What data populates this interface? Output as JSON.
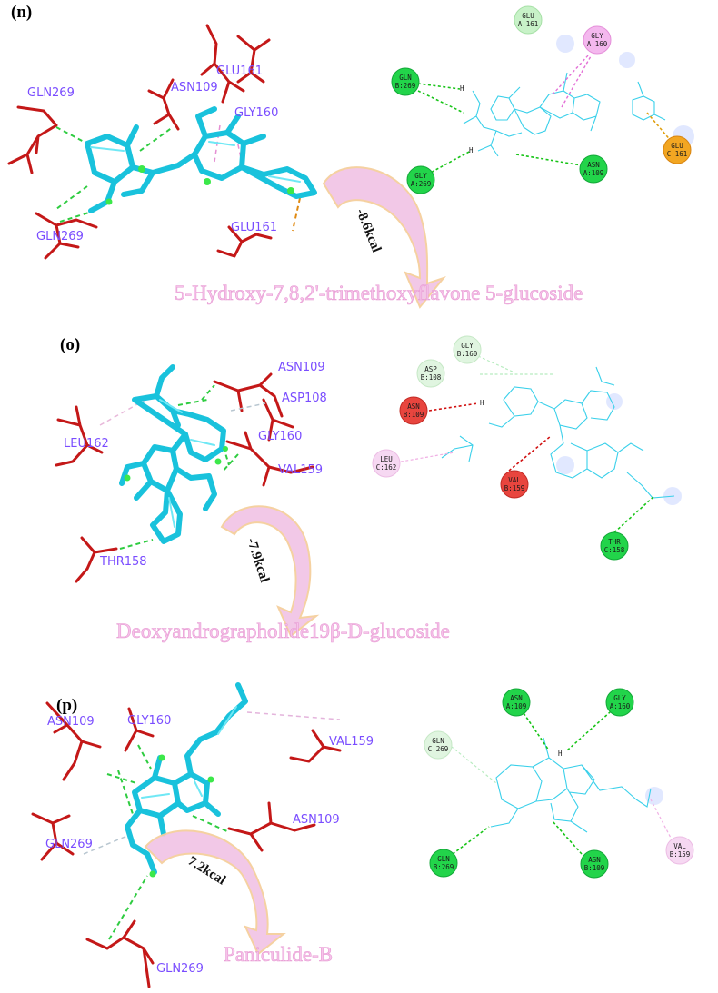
{
  "panels": [
    {
      "label": "(n)",
      "compound_name": "5-Hydroxy-7,8,2'-trimethoxyflavone 5-glucoside",
      "binding_energy": "-8.6kcal",
      "residues_3d": [
        "GLN269",
        "ASN109",
        "GLU161",
        "GLY160",
        "GLN269",
        "GLU161"
      ],
      "residues_2d": [
        {
          "name": "GLU",
          "chain": "A:161"
        },
        {
          "name": "GLY",
          "chain": "A:160"
        },
        {
          "name": "GLN",
          "chain": "B:269"
        },
        {
          "name": "GLY",
          "chain": "A:269"
        },
        {
          "name": "ASN",
          "chain": "A:109"
        },
        {
          "name": "GLU",
          "chain": "C:161"
        }
      ]
    },
    {
      "label": "(o)",
      "compound_name": "Deoxyandrographolide19β-D-glucoside",
      "binding_energy": "-7.9kcal",
      "residues_3d": [
        "ASN109",
        "ASP108",
        "LEU162",
        "GLY160",
        "VAL159",
        "THR158"
      ],
      "residues_2d": [
        {
          "name": "GLY",
          "chain": "B:160"
        },
        {
          "name": "ASP",
          "chain": "B:108"
        },
        {
          "name": "ASN",
          "chain": "B:109"
        },
        {
          "name": "LEU",
          "chain": "C:162"
        },
        {
          "name": "VAL",
          "chain": "B:159"
        },
        {
          "name": "THR",
          "chain": "C:158"
        }
      ]
    },
    {
      "label": "(p)",
      "compound_name": "Paniculide-B",
      "binding_energy": "7.2kcal",
      "residues_3d": [
        "ASN109",
        "GLY160",
        "VAL159",
        "ASN109",
        "GLN269",
        "GLN269"
      ],
      "residues_2d": [
        {
          "name": "ASN",
          "chain": "A:109"
        },
        {
          "name": "GLY",
          "chain": "A:160"
        },
        {
          "name": "GLN",
          "chain": "C:269"
        },
        {
          "name": "GLN",
          "chain": "B:269"
        },
        {
          "name": "ASN",
          "chain": "B:109"
        },
        {
          "name": "VAL",
          "chain": "B:159"
        }
      ]
    }
  ],
  "colors": {
    "conventional_hbond": "#18c418",
    "carbon_hbond": "#b8ecc0",
    "unfavorable": "#d01010",
    "pi_interaction": "#e36fd6",
    "pi_anion": "#e0a010",
    "ligand": "#19c2dc",
    "residue_stick": "#c41818",
    "residue_label": "#7a4dff",
    "compound_label": "#f6c4ea"
  }
}
